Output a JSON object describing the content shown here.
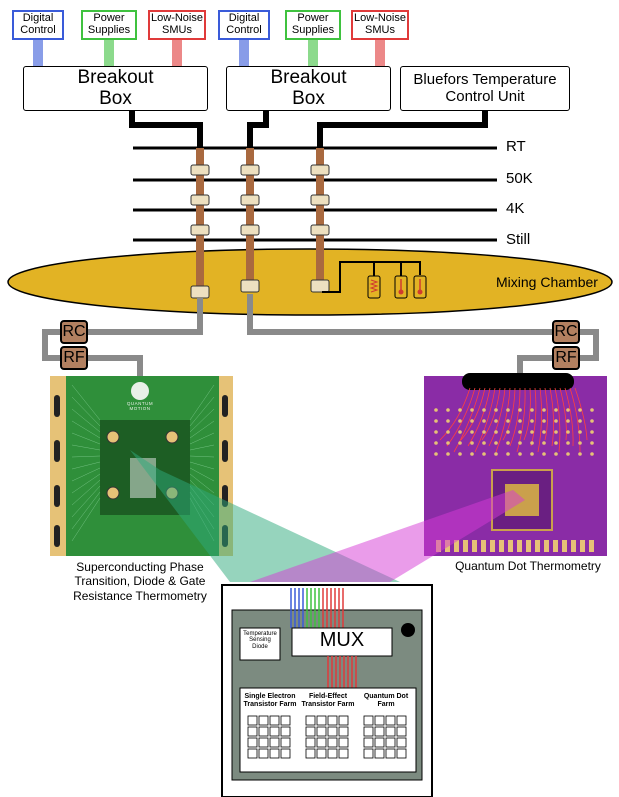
{
  "top_boxes": {
    "digital_control_1": "Digital\nControl",
    "power_supplies_1": "Power\nSupplies",
    "low_noise_smus_1": "Low-Noise\nSMUs",
    "digital_control_2": "Digital\nControl",
    "power_supplies_2": "Power\nSupplies",
    "low_noise_smus_2": "Low-Noise\nSMUs"
  },
  "breakout_box_1": [
    "Breakout",
    "Box"
  ],
  "breakout_box_2": [
    "Breakout",
    "Box"
  ],
  "bluefors_box": [
    "Bluefors Temperature",
    "Control Unit"
  ],
  "stages": [
    "RT",
    "50K",
    "4K",
    "Still"
  ],
  "mixing_chamber": "Mixing Chamber",
  "filters": {
    "rc": "RC",
    "rf": "RF"
  },
  "left_chip_logo": "QUANTUM\nMOTION",
  "left_caption": [
    "Superconducting Phase",
    "Transition, Diode & Gate",
    "Resistance Thermometry"
  ],
  "right_caption": "Quantum Dot Thermometry",
  "chip": {
    "mux": "MUX",
    "temp_diode": [
      "Temperature",
      "Sensing",
      "Diode"
    ],
    "farms": [
      [
        "Single Electron",
        "Transistor Farm"
      ],
      [
        "Field-Effect",
        "Transistor Farm"
      ],
      [
        "Quantum Dot",
        "Farm"
      ]
    ]
  },
  "colors": {
    "digital": "#3a5bd9",
    "power": "#3fc23f",
    "smu": "#e03a3a",
    "mixing_chamber": "#e2b324",
    "cable": "#a9693f",
    "chip_bg": "#7c8b80",
    "pcb_green": "#2f8f3a",
    "pcb_purple": "#8a2ca6"
  }
}
